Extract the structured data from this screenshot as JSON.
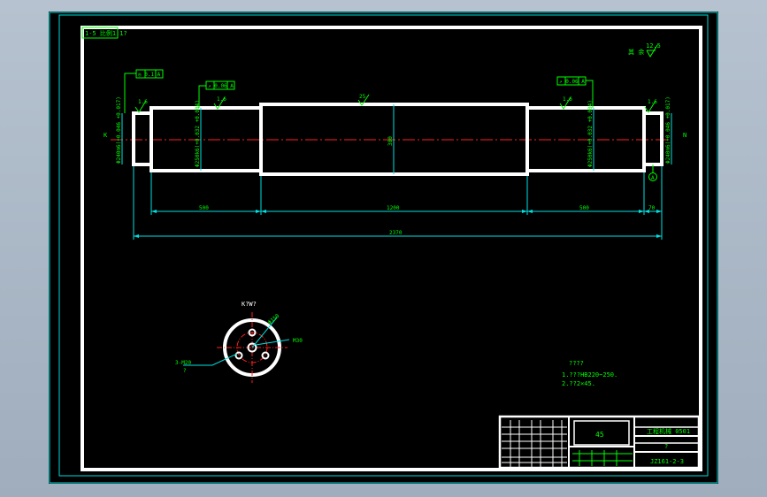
{
  "view_ref": "1-5 比例1:1?",
  "roughness_other": {
    "value": "12.5",
    "label": "其 余"
  },
  "tolerances": {
    "runout_left": "◎ 0.1 A",
    "runout_mid": "↗ 0.06 A",
    "runout_right": "↗ 0.06 A"
  },
  "surface_marks": {
    "bearing_left": "1.6",
    "journal_left": "1.6",
    "body": "25",
    "journal_right": "1.6",
    "bearing_right": "1.6"
  },
  "diameters": {
    "bearing_left": "Φ240m6(+0.046 +0.017)",
    "journal_left": "Φ250k6(+0.032 +0.004)",
    "body": "380",
    "journal_right": "Φ250k6(+0.032 +0.004)",
    "bearing_right": "Φ240m6(+0.046 +0.017)"
  },
  "section_markers": {
    "left": "K",
    "right": "N",
    "datum": "A"
  },
  "dimensions": {
    "seg_left": "500",
    "seg_mid": "1200",
    "seg_right": "500",
    "seg_end": "70",
    "total": "2370"
  },
  "section_view": {
    "title": "K?W?",
    "label_pcd": "Φ150",
    "label_center": "M30",
    "label_holes": "3-M20",
    "label_holes_sub": "?"
  },
  "notes": {
    "title": "????",
    "line1": "1.???HB220~250.",
    "line2": "2.??2×45."
  },
  "title_block": {
    "material": "45",
    "company": "工程机械 0501",
    "name": "?",
    "drawing_no": "JZ161-2-3"
  },
  "colors": {
    "background": "#000000",
    "outline": "#ffffff",
    "dimension": "#00e0e0",
    "annotation": "#00ff00",
    "centerline": "#ff2020",
    "viewport_border": "#00d8d8"
  }
}
